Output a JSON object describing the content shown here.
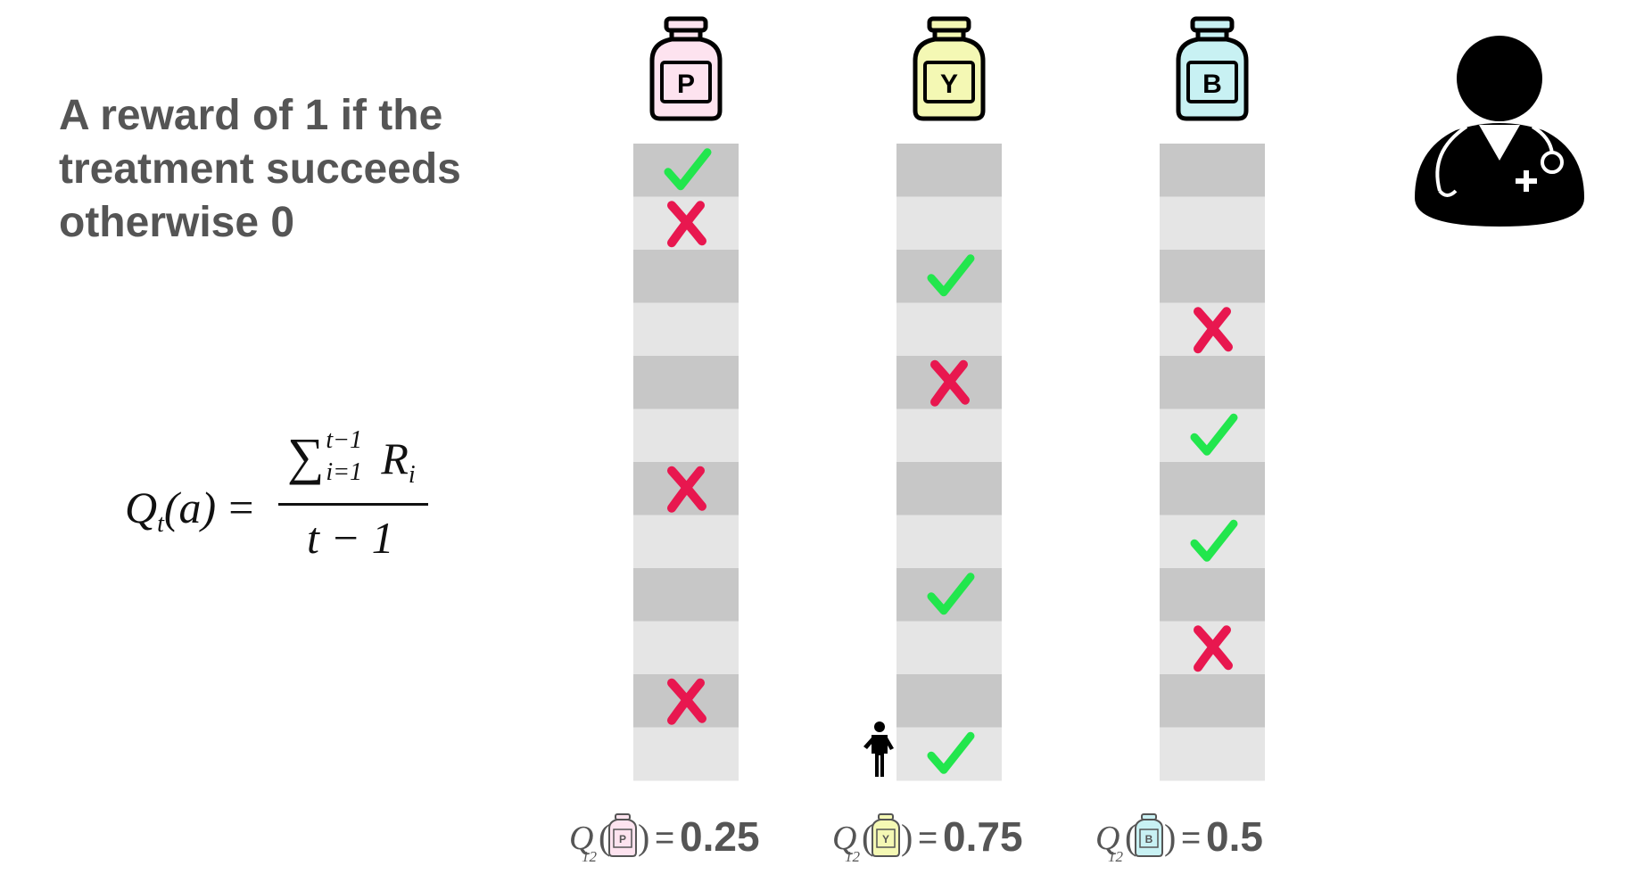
{
  "reward_text": [
    "A reward of 1 if the",
    "treatment succeeds",
    "otherwise 0"
  ],
  "formula": {
    "lhs_q": "Q",
    "lhs_t": "t",
    "lhs_arg": "(a)",
    "equals": "=",
    "sigma": "∑",
    "sum_upper": "t−1",
    "sum_lower": "i=1",
    "numerator_r": "R",
    "numerator_r_sub": "i",
    "denominator": "t − 1"
  },
  "treatments": [
    {
      "label": "P",
      "bottle_color": "#fde3ef",
      "results": [
        "success",
        "fail",
        "",
        "",
        "",
        "",
        "fail",
        "",
        "",
        "",
        "fail",
        ""
      ],
      "q_value": "0.25"
    },
    {
      "label": "Y",
      "bottle_color": "#f4f8b4",
      "results": [
        "",
        "",
        "success",
        "",
        "fail",
        "",
        "",
        "",
        "success",
        "",
        "",
        "success"
      ],
      "q_value": "0.75"
    },
    {
      "label": "B",
      "bottle_color": "#c8f1f3",
      "results": [
        "",
        "",
        "",
        "fail",
        "",
        "success",
        "",
        "success",
        "",
        "fail",
        "",
        ""
      ],
      "q_value": "0.5"
    }
  ],
  "q_equation": {
    "q": "Q",
    "subscript": "12",
    "open": "(",
    "close": ")",
    "equals": "="
  },
  "colors": {
    "row_dark": "#c7c7c7",
    "row_light": "#e5e5e5",
    "check": "#22e64d",
    "cross": "#e8174f",
    "text_gray": "#555555"
  },
  "icons": {
    "doctor": "doctor-icon",
    "patient": "patient-icon",
    "bottle": "medicine-bottle-icon"
  }
}
